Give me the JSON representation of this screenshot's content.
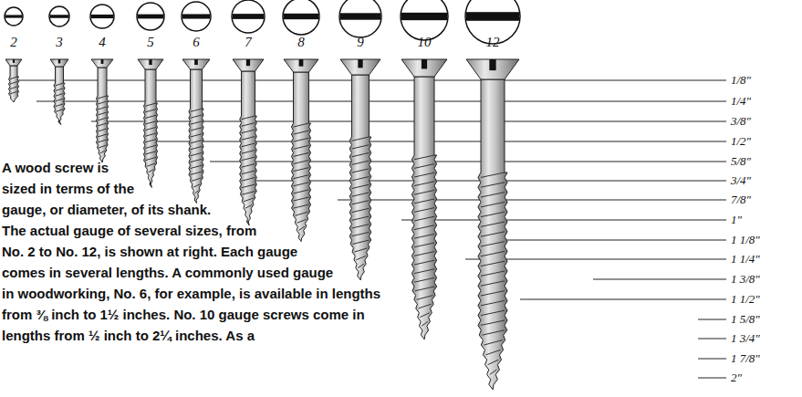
{
  "diagram": {
    "labels": [
      "2",
      "3",
      "4",
      "5",
      "6",
      "7",
      "8",
      "9",
      "10",
      "12",
      "1/8\"",
      "1/4\"",
      "3/8\"",
      "1/2\"",
      "5/8\"",
      "3/4\"",
      "7/8\"",
      "1\"",
      "1 1/8\"",
      "1 1/4\"",
      "1 3/8\"",
      "1 1/2\"",
      "1 5/8\"",
      "1 3/4\"",
      "1 7/8\"",
      "2\"",
      "A wood screw is sized in terms of the gauge, or diameter, of its shank. The actual gauge of several sizes, from No. 2 to No. 12, is shown at right. Each gauge comes in several lengths. A commonly used gauge in woodworking, No. 6, for example, is available in lengths from ⅜ inch to 1½ inches. No. 10 gauge screws come in lengths from ½ inch to 2¼ inches. As a"
    ]
  }
}
